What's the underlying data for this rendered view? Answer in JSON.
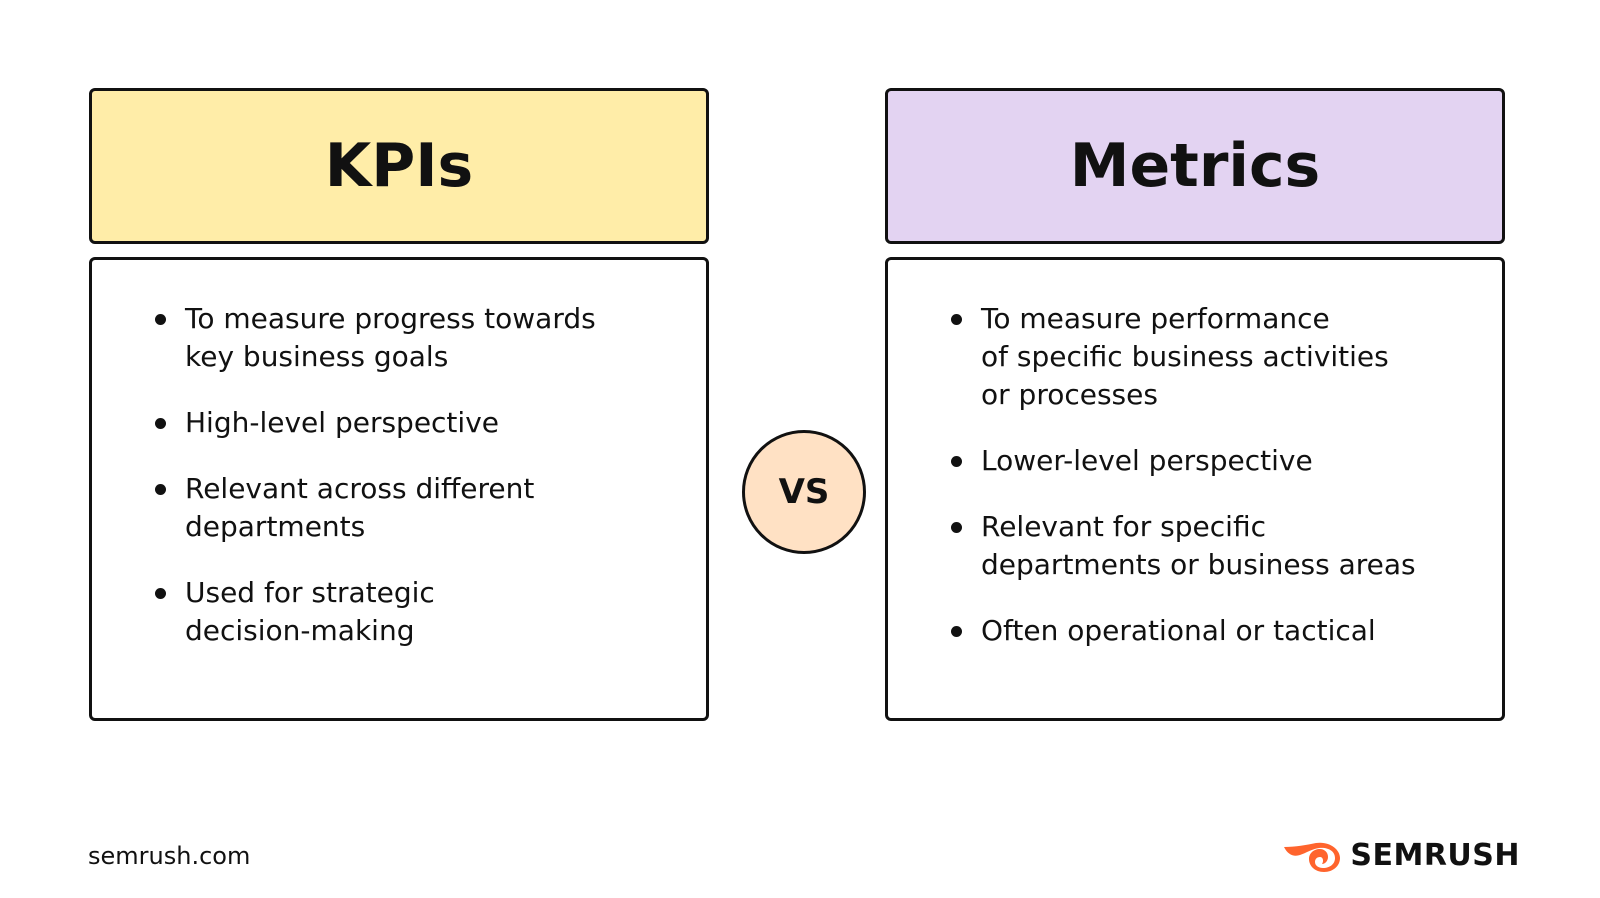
{
  "kpis": {
    "title": "KPIs",
    "header_color": "#FFEDA8",
    "items": [
      "To measure progress towards\nkey business goals",
      "High-level perspective",
      "Relevant across different\ndepartments",
      "Used for strategic\ndecision-making"
    ]
  },
  "metrics": {
    "title": "Metrics",
    "header_color": "#E3D3F2",
    "items": [
      "To measure performance\nof specific business activities\nor processes",
      "Lower-level perspective",
      "Relevant for specific\ndepartments or business areas",
      "Often operational or tactical"
    ]
  },
  "vs": {
    "label": "VS",
    "color": "#FFE1C4"
  },
  "footer": {
    "url": "semrush.com",
    "brand": "SEMRUSH",
    "brand_icon": "semrush-logo-icon",
    "brand_color": "#FF642D"
  }
}
